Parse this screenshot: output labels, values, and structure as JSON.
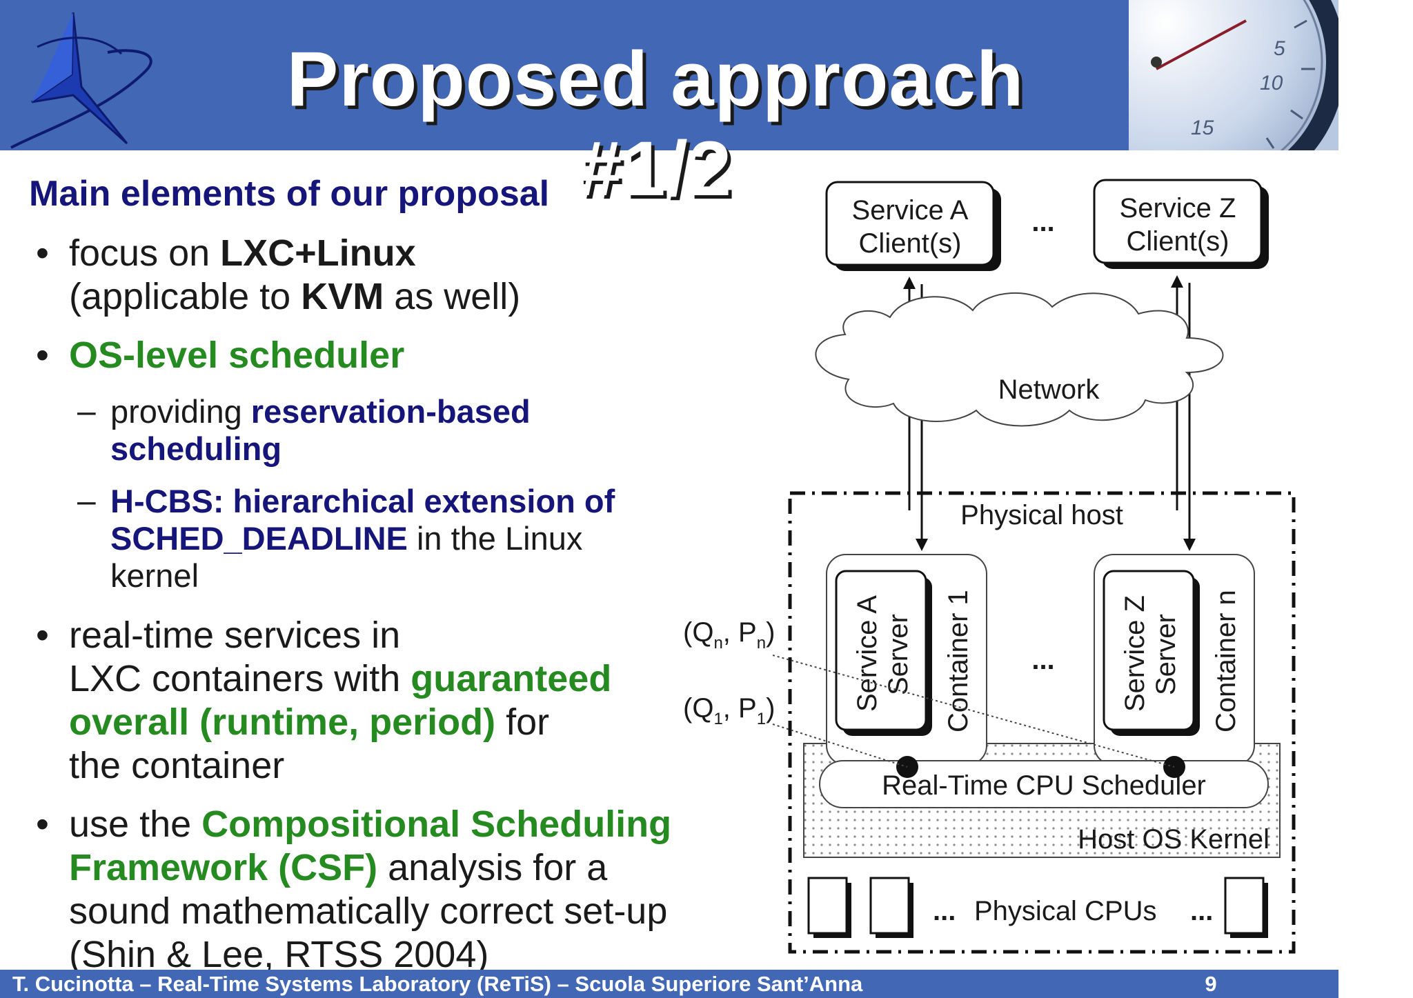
{
  "header": {
    "title": "Proposed approach #1/2",
    "logo_icon": "retis-star-logo-icon",
    "image_icon": "stopwatch-icon"
  },
  "content": {
    "subtitle": "Main elements of our proposal",
    "bullets": {
      "b1": {
        "t1": "focus on ",
        "t2": "LXC+Linux",
        "t3": "(applicable to ",
        "t4": "KVM",
        "t5": " as well)"
      },
      "b2": {
        "t1": "OS-level scheduler"
      },
      "b2_sub1": {
        "t1": "providing ",
        "t2": "reservation-based",
        "t3": "scheduling"
      },
      "b2_sub2": {
        "t1": "H-CBS: hierarchical extension of",
        "t2": "SCHED_DEADLINE",
        "t3": " in the Linux",
        "t4": "kernel"
      },
      "b3": {
        "t1": "real-time services in",
        "t2": "LXC containers with ",
        "t3": "guaranteed",
        "t4": "overall (runtime, period)",
        "t5": " for",
        "t6": "the container"
      },
      "b4": {
        "t1": "use the ",
        "t2": "Compositional Scheduling",
        "t3": "Framework (CSF)",
        "t4": " analysis for a",
        "t5": "sound mathematically correct set-up",
        "t6": "(Shin & Lee, RTSS 2004)"
      },
      "bullet_char": "•",
      "dash_char": "–"
    }
  },
  "diagram": {
    "client_a_line1": "Service A",
    "client_a_line2": "Client(s)",
    "client_z_line1": "Service Z",
    "client_z_line2": "Client(s)",
    "ellipsis": "...",
    "network": "Network",
    "physical_host": "Physical host",
    "server_a_line1": "Service A",
    "server_a_line2": "Server",
    "server_z_line1": "Service Z",
    "server_z_line2": "Server",
    "container_1": "Container 1",
    "container_n": "Container n",
    "param_n": {
      "open": "(Q",
      "sub1": "n",
      "mid": ", P",
      "sub2": "n",
      "close": ")"
    },
    "param_1": {
      "open": "(Q",
      "sub1": "1",
      "mid": ", P",
      "sub2": "1",
      "close": ")"
    },
    "scheduler": "Real-Time CPU Scheduler",
    "kernel": "Host OS Kernel",
    "cpus": "Physical CPUs"
  },
  "footer": {
    "text": "T. Cucinotta – Real-Time Systems Laboratory (ReTiS) – Scuola Superiore Sant’Anna",
    "page": "9"
  },
  "colors": {
    "header_blue": "#4268b5",
    "title_white": "#ffffff",
    "navy": "#15157a",
    "green": "#258a1f",
    "text": "#1a1a1a"
  }
}
